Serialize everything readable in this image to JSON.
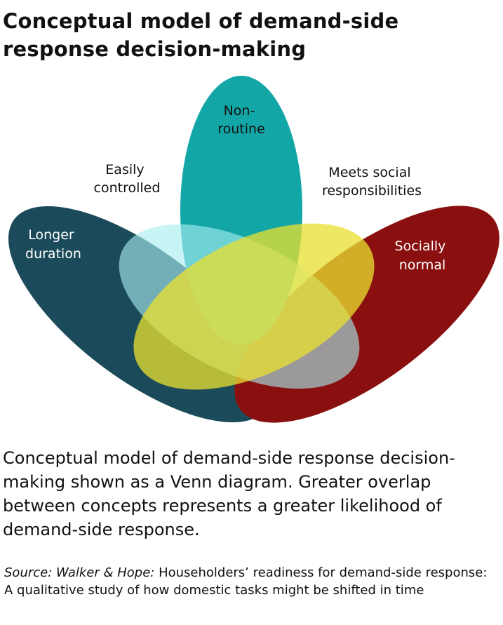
{
  "title": "Conceptual model of demand-side response decision-making",
  "colors": {
    "longer_duration": "#1b4a5a",
    "socially_normal": "#8a1010",
    "non_routine": "#13a6a6",
    "easily_controlled": "#a8eef0",
    "meets_social": "#e8e030"
  },
  "diagram": {
    "labels": {
      "non_routine_line1": "Non-",
      "non_routine_line2": "routine",
      "easily_controlled_line1": "Easily",
      "easily_controlled_line2": "controlled",
      "meets_social_line1": "Meets social",
      "meets_social_line2": "responsibilities",
      "longer_duration_line1": "Longer",
      "longer_duration_line2": "duration",
      "socially_normal_line1": "Socially",
      "socially_normal_line2": "normal"
    }
  },
  "caption": "Conceptual model of demand-side response decision-making shown as a Venn diagram. Greater overlap between concepts represents a greater likelihood of demand-side response.",
  "source": {
    "prefix": "Source: Walker & Hope:",
    "text": " Householders’ readiness for demand-side response: A qualitative study of how domestic tasks might be shifted in time"
  }
}
